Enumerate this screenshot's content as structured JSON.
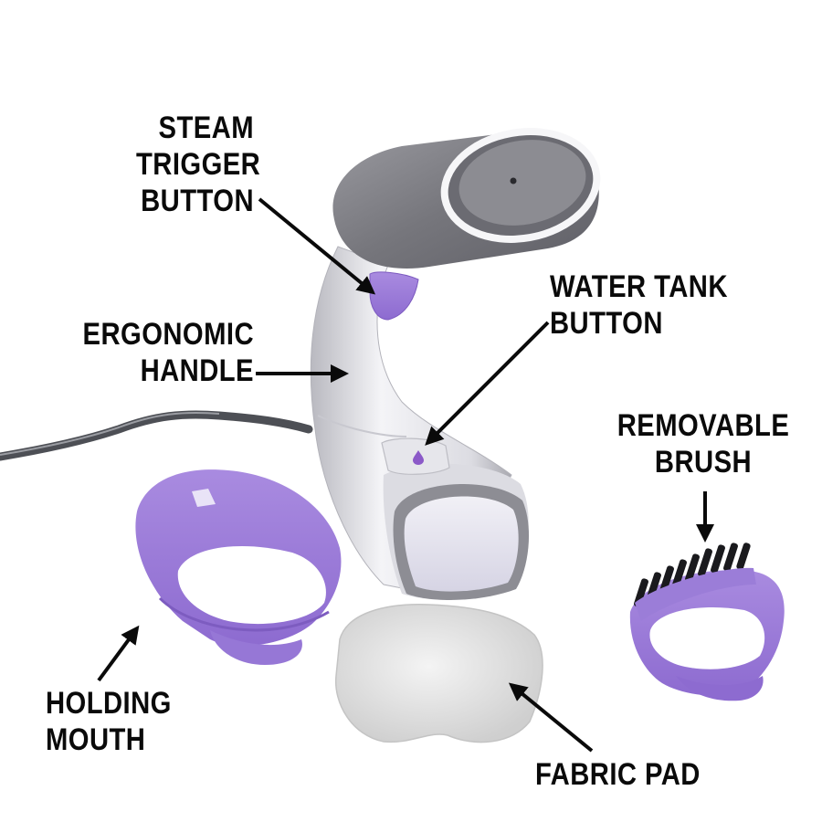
{
  "diagram": {
    "subject": "Handheld garment steamer with accessories",
    "colors": {
      "background": "#ffffff",
      "body_white": "#e9e9ee",
      "body_gray": "#7a7a80",
      "accent_purple": "#9a7ad6",
      "purple_dark": "#7d5cc0",
      "cord": "#4d4f55",
      "pad": "#e6e6e6",
      "arrow": "#0a0a0a"
    },
    "callouts": [
      {
        "id": "steam-trigger-button",
        "lines": [
          "STEAM",
          "TRIGGER",
          "BUTTON"
        ]
      },
      {
        "id": "water-tank-button",
        "lines": [
          "WATER TANK",
          "BUTTON"
        ]
      },
      {
        "id": "ergonomic-handle",
        "lines": [
          "ERGONOMIC",
          "HANDLE"
        ]
      },
      {
        "id": "removable-brush",
        "lines": [
          "REMOVABLE",
          "BRUSH"
        ]
      },
      {
        "id": "holding-mouth",
        "lines": [
          "HOLDING",
          "MOUTH"
        ]
      },
      {
        "id": "fabric-pad",
        "lines": [
          "FABRIC PAD"
        ]
      }
    ]
  }
}
